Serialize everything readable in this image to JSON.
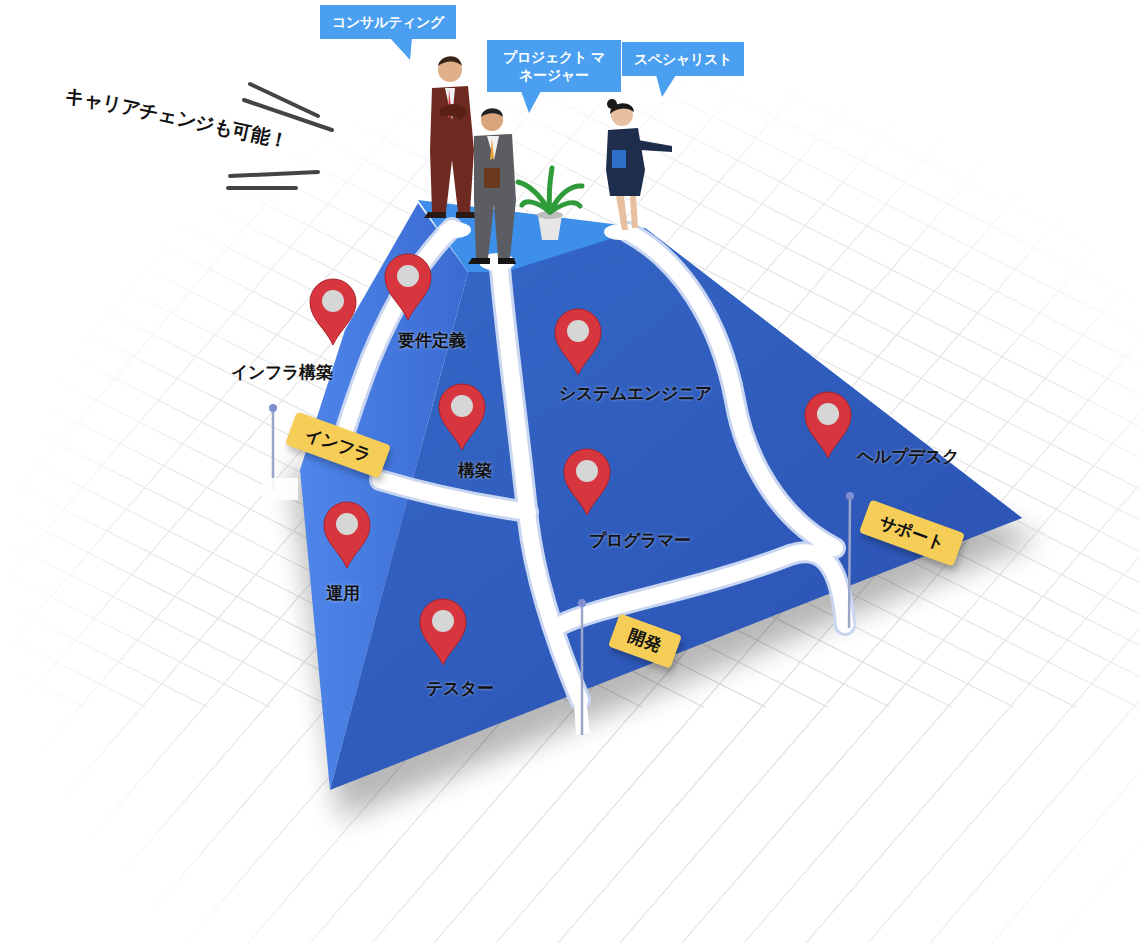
{
  "diagram": {
    "nodes": [
      {
        "text": [
          "コンサルティング"
        ]
      },
      {
        "text": [
          "プロジェクト マネージャー"
        ]
      },
      {
        "text": [
          "スペシャリスト"
        ]
      },
      {
        "text": [
          "要件定義"
        ]
      },
      {
        "text": [
          "インフラ構築"
        ]
      },
      {
        "text": [
          "システムエンジニア"
        ]
      },
      {
        "text": [
          "構築"
        ]
      },
      {
        "text": [
          "ヘルプデスク"
        ]
      },
      {
        "text": [
          "プログラマー"
        ]
      },
      {
        "text": [
          "運用"
        ]
      },
      {
        "text": [
          "テスター"
        ]
      },
      {
        "text": [
          "インフラ"
        ]
      },
      {
        "text": [
          "サポート"
        ]
      },
      {
        "text": [
          "開発"
        ]
      }
    ],
    "labels": [
      "キャリアチェンジも可能！"
    ]
  }
}
